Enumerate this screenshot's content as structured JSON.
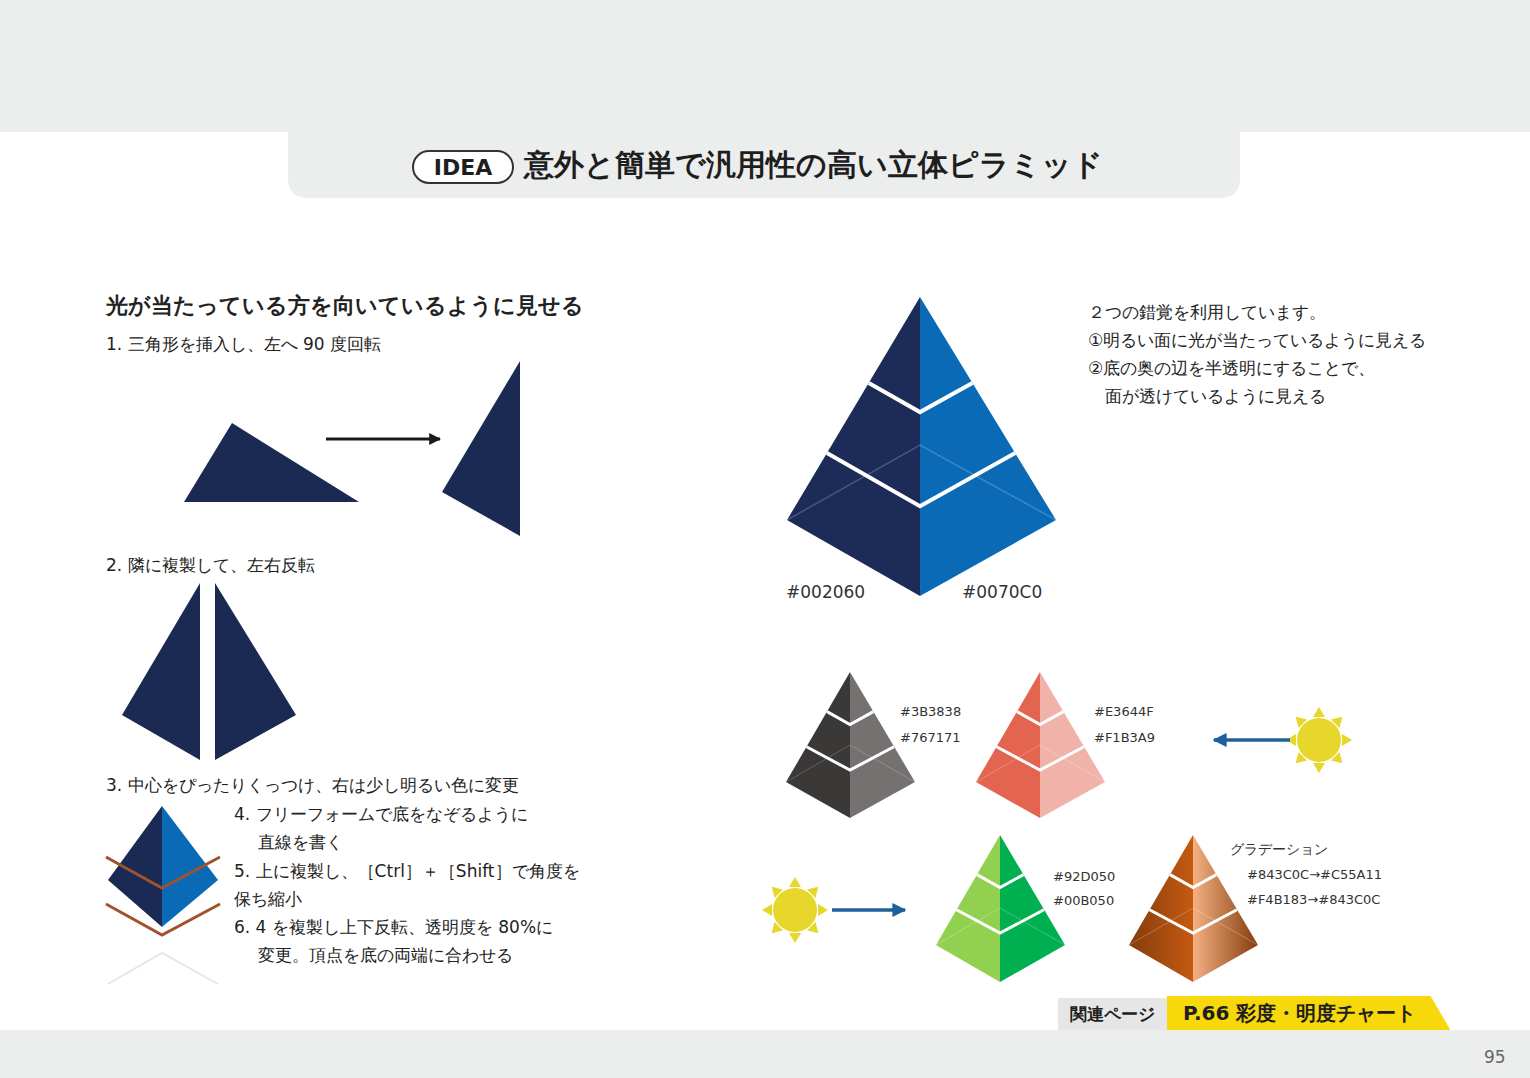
{
  "diagram": {
    "title": "意外と簡単で汎用性の高い立体ピラミッド",
    "nodes": [
      {
        "text": [
          "IDEA"
        ]
      },
      {
        "text": [
          "関連ページ"
        ]
      },
      {
        "text": [
          "P.66 彩度・明度チャート"
        ]
      }
    ],
    "labels": [
      "光が当たっている方を向いているように見せる",
      "1. 三角形を挿入し、左へ 90 度回転",
      "2. 隣に複製して、左右反転",
      "3. 中心をぴったりくっつけ、右は少し明るい色に変更",
      "4. フリーフォームで底をなぞるように 直線を書く",
      "5. 上に複製し、［Ctrl］＋［Shift］で角度を 保ち縮小",
      "6. 4 を複製し上下反転、透明度を 80%に 変更。頂点を底の両端に合わせる",
      "２つの錯覚を利用しています。",
      "①明るい面に光が当たっているように見える",
      "②底の奥の辺を半透明にすることで、 面が透けているように見える",
      "#002060",
      "#0070C0",
      "#3B3838",
      "#767171",
      "#E3644F",
      "#F1B3A9",
      "#92D050",
      "#00B050",
      "グラデーション",
      "#843C0C→#C55A11",
      "#F4B183→#843C0C",
      "95"
    ]
  }
}
